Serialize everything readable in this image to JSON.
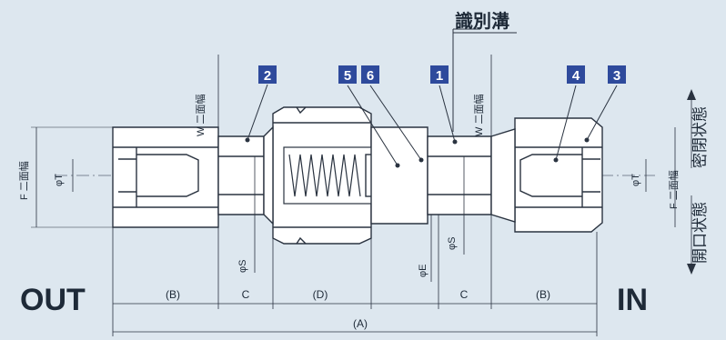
{
  "colors": {
    "background": "#dde7ef",
    "body_fill": "#ffffff",
    "line": "#2a3340",
    "badge": "#2e4a9c",
    "centerline": "#7a8696"
  },
  "labels": {
    "groove": "識別溝",
    "closed_state": "密閉状態",
    "open_state": "開口状態",
    "w_two_face_left": "W 二面幅",
    "w_two_face_right": "W 二面幅",
    "f_two_face_left": "F 二面幅",
    "f_two_face_right": "F 二面幅",
    "phi_t_left": "φT",
    "phi_t_right": "φT",
    "phi_s_left": "φS",
    "phi_s_right": "φS",
    "phi_e": "φE",
    "out": "OUT",
    "in": "IN"
  },
  "dimensions": {
    "b_left": "(B)",
    "c_left": "C",
    "d": "(D)",
    "c_right": "C",
    "b_right": "(B)",
    "a": "(A)"
  },
  "badges": {
    "b1": "1",
    "b2": "2",
    "b3": "3",
    "b4": "4",
    "b5": "5",
    "b6": "6"
  }
}
